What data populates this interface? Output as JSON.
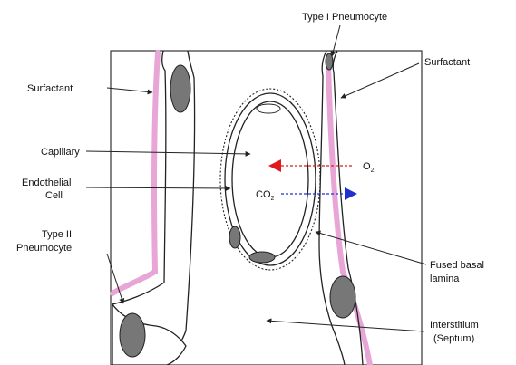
{
  "labels": {
    "type1": "Type I Pneumocyte",
    "surfactant_left": "Surfactant",
    "surfactant_right": "Surfactant",
    "capillary": "Capillary",
    "endothelial_1": "Endothelial",
    "endothelial_2": "Cell",
    "type2_1": "Type II",
    "type2_2": "Pneumocyte",
    "fused_1": "Fused basal",
    "fused_2": "lamina",
    "interstitium_1": "Interstitium",
    "interstitium_2": "(Septum)",
    "o2_base": "O",
    "o2_sub": "2",
    "co2_base": "CO",
    "co2_sub": "2"
  },
  "colors": {
    "surfactant": "#e7a6d6",
    "o2_arrow": "#e0191b",
    "co2_arrow": "#1f2fd0",
    "nucleus": "#777777",
    "outline": "#222222"
  }
}
